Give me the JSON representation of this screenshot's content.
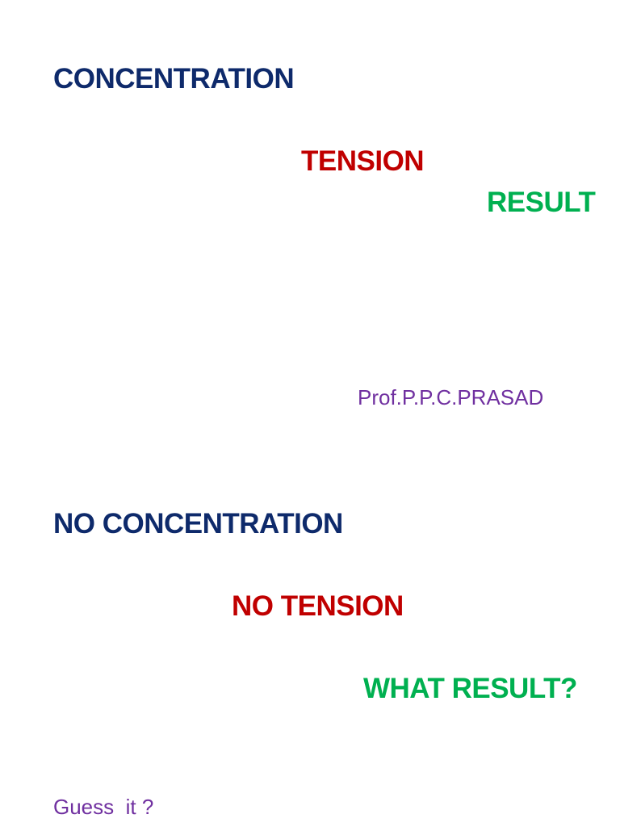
{
  "section1": {
    "line1": "CONCENTRATION",
    "line2": "TENSION",
    "line3": "RESULT"
  },
  "author": "Prof.P.P.C.PRASAD",
  "section2": {
    "line1": "NO CONCENTRATION",
    "line2": "NO TENSION",
    "line3": "WHAT RESULT?"
  },
  "footer": "Guess  it ?",
  "colors": {
    "navy": "#0e2a6b",
    "red": "#c00000",
    "green": "#00b050",
    "purple": "#7030a0"
  }
}
